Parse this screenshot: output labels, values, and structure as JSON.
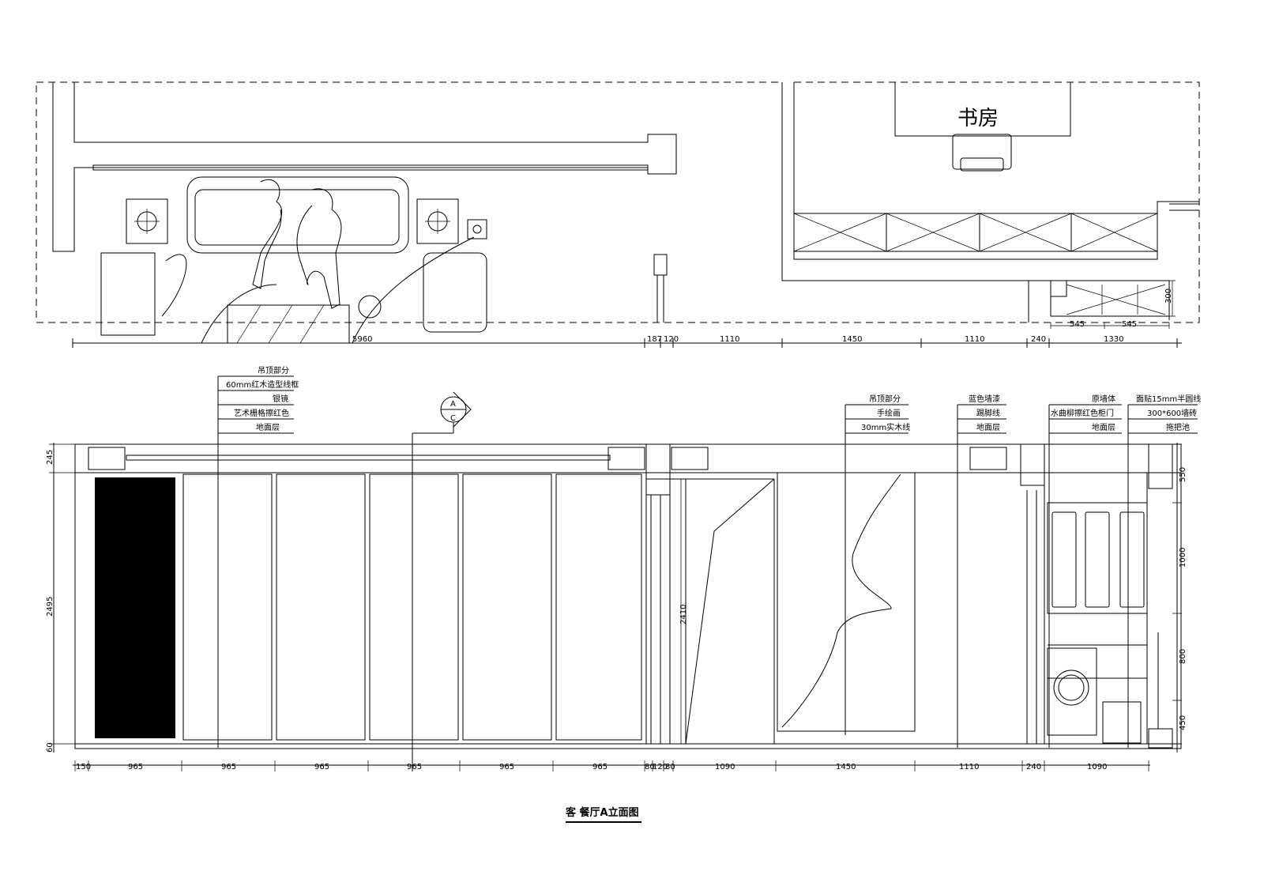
{
  "title": "客 餐厅A立面图",
  "room_label": "书房",
  "section_marker": {
    "top": "A",
    "bottom": "C"
  },
  "plan_dims": {
    "left": "5960",
    "d187": "187",
    "d120": "120",
    "d1110a": "1110",
    "d1450": "1450",
    "d1110b": "1110",
    "d240": "240",
    "d1330": "1330",
    "d545a": "545",
    "d545b": "545",
    "d300": "300"
  },
  "elev_bottom_dims": [
    "150",
    "965",
    "965",
    "965",
    "965",
    "965",
    "965",
    "80",
    "120",
    "80",
    "1090",
    "1450",
    "1110",
    "240",
    "1090"
  ],
  "elev_left_dims": {
    "top": "245",
    "middle": "2495",
    "bottom": "60"
  },
  "elev_right_dims": {
    "d550": "550",
    "d1000": "1000",
    "d800": "800",
    "d450": "450"
  },
  "door_height": "2410",
  "notes_left": [
    "吊顶部分",
    "60mm红木造型线框",
    "银镜",
    "艺术栅格擦红色",
    "地面层"
  ],
  "notes_mid": [
    "吊顶部分",
    "手绘画",
    "30mm实木线"
  ],
  "notes_r1": [
    "蓝色墙漆",
    "踢脚线",
    "地面层"
  ],
  "notes_r2": [
    "原墙体",
    "水曲柳擦红色柜门",
    "地面层"
  ],
  "notes_r3": [
    "面贴15mm半圆线",
    "300*600墙砖",
    "拖把池"
  ]
}
